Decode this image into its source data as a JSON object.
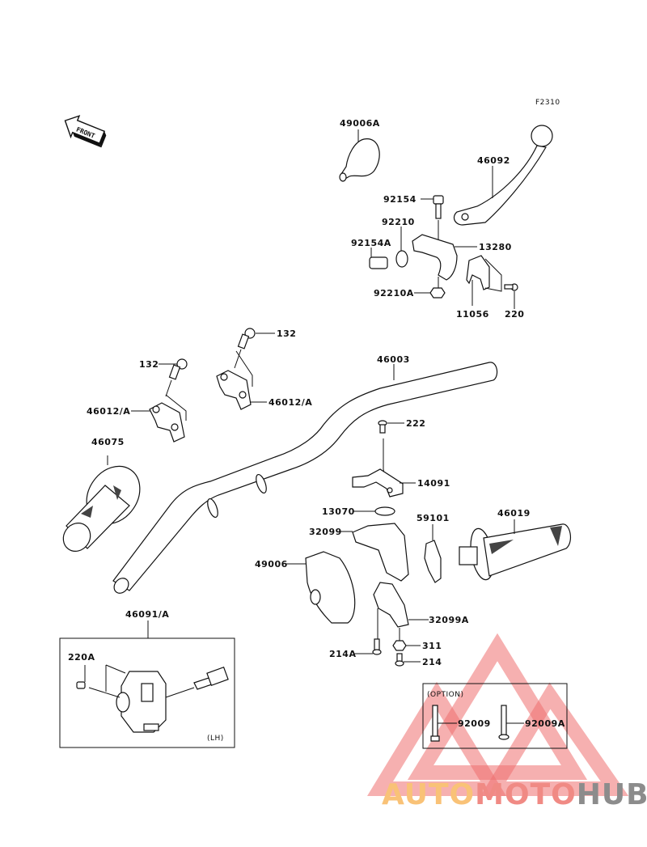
{
  "diagram": {
    "figure_code": "F2310",
    "front_indicator": "FRONT",
    "parts": [
      {
        "id": "49006A"
      },
      {
        "id": "46092"
      },
      {
        "id": "92154"
      },
      {
        "id": "92210"
      },
      {
        "id": "92154A"
      },
      {
        "id": "13280"
      },
      {
        "id": "92210A"
      },
      {
        "id": "11056"
      },
      {
        "id": "220"
      },
      {
        "id": "132"
      },
      {
        "id": "132"
      },
      {
        "id": "46012/A"
      },
      {
        "id": "46012/A"
      },
      {
        "id": "46003"
      },
      {
        "id": "222"
      },
      {
        "id": "14091"
      },
      {
        "id": "46075"
      },
      {
        "id": "13070"
      },
      {
        "id": "32099"
      },
      {
        "id": "59101"
      },
      {
        "id": "46019"
      },
      {
        "id": "49006"
      },
      {
        "id": "32099A"
      },
      {
        "id": "311"
      },
      {
        "id": "214A"
      },
      {
        "id": "214"
      },
      {
        "id": "46091/A"
      },
      {
        "id": "220A"
      },
      {
        "id": "92009"
      },
      {
        "id": "92009A"
      }
    ],
    "switch_box": {
      "side_label": "(LH)"
    },
    "option_box": {
      "title": "(OPTION)"
    }
  },
  "watermark": {
    "part1": "AUTO",
    "part2": "MOTO",
    "part3": "HUB",
    "colors": {
      "auto": "#f9c277",
      "moto": "#f08a84",
      "hub": "#8c8c8c",
      "triangle": "#ef6f6f"
    }
  }
}
